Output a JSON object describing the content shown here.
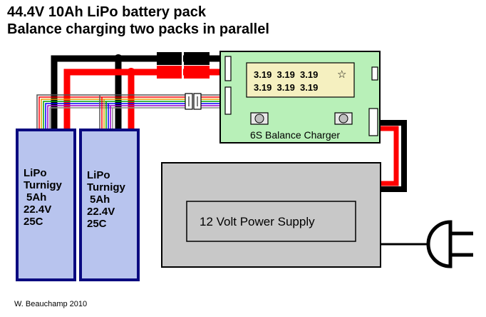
{
  "titles": {
    "line1": "44.4V 10Ah LiPo battery pack",
    "line2": "Balance charging two packs in parallel"
  },
  "battery_left": {
    "brand": "LiPo",
    "model": "Turnigy",
    "capacity": "5Ah",
    "voltage": "22.4V",
    "c_rating": "25C"
  },
  "battery_right": {
    "brand": "LiPo",
    "model": "Turnigy",
    "capacity": "5Ah",
    "voltage": "22.4V",
    "c_rating": "25C"
  },
  "charger": {
    "label": "6S Balance Charger",
    "display_row1": "3.19  3.19  3.19",
    "display_row2": "3.19  3.19  3.19",
    "star_glyph": "☆"
  },
  "power_supply": {
    "label": "12 Volt Power Supply"
  },
  "credit": "W. Beauchamp 2010",
  "colors": {
    "battery_fill": "#b8c4ee",
    "battery_border": "#0a0a80",
    "charger_fill": "#b8f0b8",
    "display_fill": "#f5f0c0",
    "psu_fill": "#c8c8c8",
    "wire_red": "#ff0000",
    "wire_black": "#000000"
  }
}
